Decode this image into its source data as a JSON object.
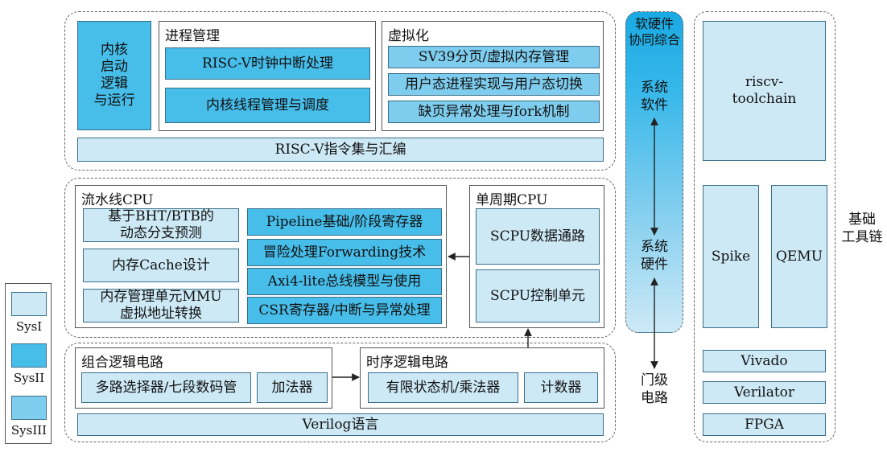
{
  "os": {
    "kernel_boot": "内核\n启动\n逻辑\n与运行",
    "process_title": "进程管理",
    "process_items": [
      "RISC-V时钟中断处理",
      "内核线程管理与调度"
    ],
    "virt_title": "虚拟化",
    "virt_items": [
      "SV39分页/虚拟内存管理",
      "用户态进程实现与用户态切换",
      "缺页异常处理与fork机制"
    ],
    "isa": "RISC-V指令集与汇编"
  },
  "cpu": {
    "pipeline_title": "流水线CPU",
    "left_items": [
      "基于BHT/BTB的\n动态分支预测",
      "内存Cache设计",
      "内存管理单元MMU\n虚拟地址转换"
    ],
    "right_items": [
      "Pipeline基础/阶段寄存器",
      "冒险处理Forwarding技术",
      "Axi4-lite总线模型与使用",
      "CSR寄存器/中断与异常处理"
    ],
    "single_title": "单周期CPU",
    "single_items": [
      "SCPU数据通路",
      "SCPU控制单元"
    ]
  },
  "logic": {
    "comb_title": "组合逻辑电路",
    "comb_items": [
      "多路选择器/七段数码管",
      "加法器"
    ],
    "seq_title": "时序逻辑电路",
    "seq_items": [
      "有限状态机/乘法器",
      "计数器"
    ],
    "lang": "Verilog语言"
  },
  "codesign": {
    "title": "软硬件\n协同综合",
    "software": "系统\n软件",
    "hardware": "系统\n硬件",
    "gate": "门级\n电路"
  },
  "tools": {
    "items": [
      "riscv-\ntoolchain",
      "Spike",
      "QEMU",
      "Vivado",
      "Verilator",
      "FPGA"
    ],
    "label": "基础\n工具链"
  },
  "legend": [
    "SysI",
    "SysII",
    "SysIII"
  ],
  "colors": {
    "sys1": "#cde9f6",
    "sys2": "#47bde9",
    "sys3": "#7fcdee",
    "gradient_top": "#1aa9e3"
  }
}
